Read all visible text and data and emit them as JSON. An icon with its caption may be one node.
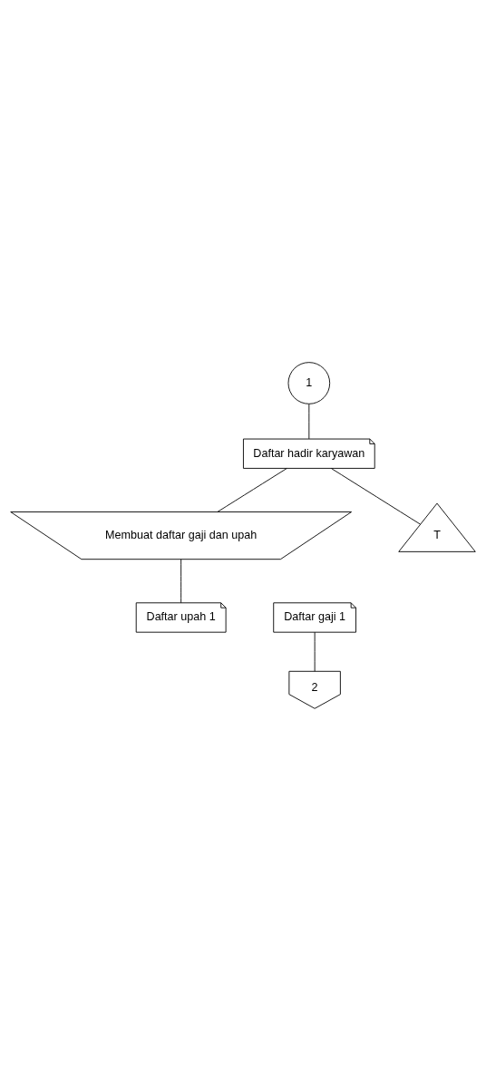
{
  "diagram": {
    "nodes": [
      {
        "text": [
          "1"
        ]
      },
      {
        "text": [
          "Daftar hadir karyawan"
        ]
      },
      {
        "text": [
          "Membuat daftar gaji dan upah"
        ]
      },
      {
        "text": [
          "T"
        ]
      },
      {
        "text": [
          "Daftar upah 1"
        ]
      },
      {
        "text": [
          "Daftar gaji 1"
        ]
      },
      {
        "text": [
          "2"
        ]
      }
    ],
    "edges": [
      {
        "from": 0,
        "to": 1,
        "arrow": "none"
      },
      {
        "from": 1,
        "to": 2,
        "arrow": "none"
      },
      {
        "from": 1,
        "to": 3,
        "arrow": "none"
      },
      {
        "from": 2,
        "to": 4,
        "arrow": "none"
      },
      {
        "from": 5,
        "to": 6,
        "arrow": "none"
      }
    ]
  }
}
